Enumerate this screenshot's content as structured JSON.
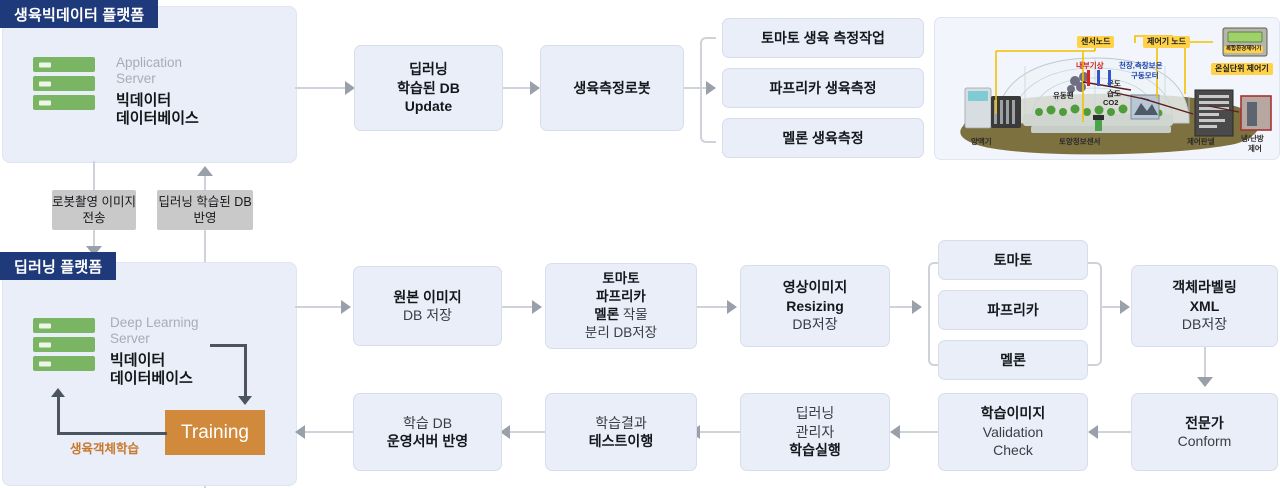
{
  "platforms": {
    "growth": {
      "title": "생육빅데이터 플랫폼",
      "server_sub_line1": "Application",
      "server_sub_line2": "Server",
      "server_main_line1": "빅데이터",
      "server_main_line2": "데이터베이스",
      "server_icon": "server-rack-icon"
    },
    "deep": {
      "title": "딥러닝 플랫폼",
      "server_sub_line1": "Deep Learning",
      "server_sub_line2": "Server",
      "server_main_line1": "빅데이터",
      "server_main_line2": "데이터베이스",
      "server_icon": "server-rack-icon",
      "training_label": "Training",
      "loop_label": "생육객체학습"
    }
  },
  "notes": {
    "robot_capture": {
      "line1": "로봇촬영",
      "line2": "이미지전송"
    },
    "db_reflect": {
      "line1": "딥러닝 학습된",
      "line2": "DB반영"
    }
  },
  "top_row": {
    "deep_db_update": {
      "line1": "딥러닝",
      "line2": "학습된 DB",
      "line3": "Update"
    },
    "growth_robot": {
      "line1": "생육측정로봇"
    },
    "branches": [
      {
        "label": "토마토 생육 측정작업"
      },
      {
        "label": "파프리카 생육측정"
      },
      {
        "label": "멜론 생육측정"
      }
    ]
  },
  "mid_row": {
    "source_image": {
      "line1": "원본 이미지",
      "line2": "DB 저장"
    },
    "crop_split": {
      "line1": "토마토",
      "line2": "파프리카",
      "line3a": "멜론",
      "line3b": " 작물",
      "line4": "분리 DB저장"
    },
    "resizing": {
      "line1": "영상이미지",
      "line2": "Resizing",
      "line3": "DB저장"
    },
    "crops": [
      {
        "label": "토마토"
      },
      {
        "label": "파프리카"
      },
      {
        "label": "멜론"
      }
    ],
    "labeling": {
      "line1": "객체라벨링",
      "line2": "XML",
      "line3": "DB저장"
    }
  },
  "bottom_row": {
    "expert_conform": {
      "line1": "전문가",
      "line2": "Conform"
    },
    "validation": {
      "line1": "학습이미지",
      "line2": "Validation",
      "line3": "Check"
    },
    "train_exec": {
      "line1": "딥러닝",
      "line2": "관리자",
      "line3": "학습실행"
    },
    "test_run": {
      "line1": "학습결과",
      "line2": "테스트이행"
    },
    "deploy": {
      "line1": "학습 DB",
      "line2": "운영서버 반영"
    }
  },
  "greenhouse": {
    "name": "greenhouse-sensor-diagram",
    "tags": {
      "sensor_node": "센서노드",
      "controller_node": "제어기 노드",
      "greenhouse_unit_controller": "온실단위 제어기",
      "device_box": "복합환경제어기"
    },
    "labels": {
      "internal_weather": "내부기상",
      "ceiling_insulation": "천장,측창보온",
      "drive_motor": "구동모터",
      "temperature": "온도",
      "humidity": "습도",
      "co2": "CO2",
      "circulation_fan": "유동팬",
      "nutrient_machine": "양액기",
      "soil_sensor": "토양정보센서",
      "control_panel": "제어판넬",
      "hvac_line1": "냉/난방",
      "hvac_line2": "제어"
    }
  },
  "colors": {
    "panel_bg": "#e9eef8",
    "panel_title": "#1f3a7a",
    "box_bg": "#e9eef8",
    "box_border": "#d7ddeb",
    "note_bg": "#c9c9c9",
    "training": "#d1893c",
    "server_green": "#7ab563",
    "connector": "#cfd2d8",
    "arrow": "#9aa0aa",
    "loop_text": "#c8772a"
  }
}
